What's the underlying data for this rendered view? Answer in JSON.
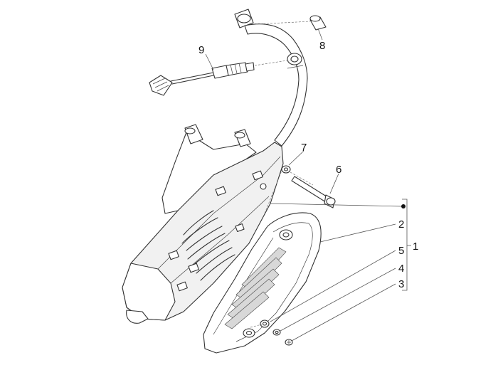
{
  "callouts": [
    {
      "id": "1",
      "text": "1"
    },
    {
      "id": "2",
      "text": "2"
    },
    {
      "id": "3",
      "text": "3"
    },
    {
      "id": "4",
      "text": "4"
    },
    {
      "id": "5",
      "text": "5"
    },
    {
      "id": "6",
      "text": "6"
    },
    {
      "id": "7",
      "text": "7"
    },
    {
      "id": "8",
      "text": "8"
    },
    {
      "id": "9",
      "text": "9"
    }
  ],
  "colors": {
    "line": "#333333",
    "background": "#ffffff",
    "shade": "#d8d8d8"
  }
}
